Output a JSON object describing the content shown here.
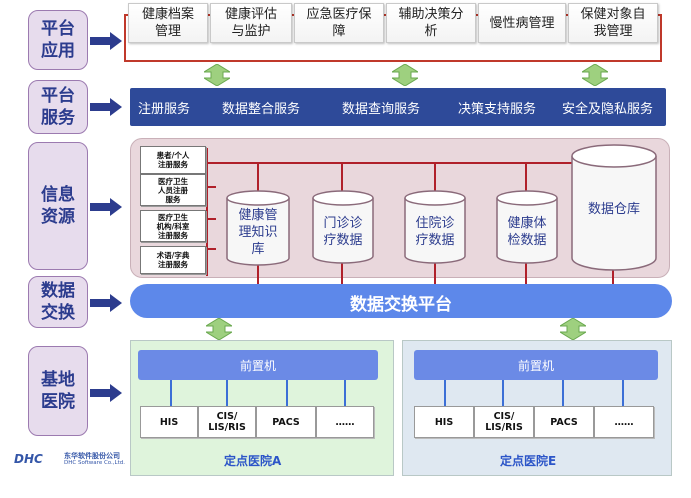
{
  "layers": [
    {
      "id": "platform-app",
      "label": "平台\n应用"
    },
    {
      "id": "platform-service",
      "label": "平台\n服务"
    },
    {
      "id": "info-resource",
      "label": "信息\n资源"
    },
    {
      "id": "data-exchange",
      "label": "数据\n交换"
    },
    {
      "id": "base-hospital",
      "label": "基地\n医院"
    }
  ],
  "applications": [
    "健康档案\n管理",
    "健康评估\n与监护",
    "应急医疗保\n障",
    "辅助决策分\n析",
    "慢性病管理",
    "保健对象自\n我管理"
  ],
  "services": [
    "注册服务",
    "数据整合服务",
    "数据查询服务",
    "决策支持服务",
    "安全及隐私服务"
  ],
  "registries": [
    "患者/个人\n注册服务",
    "医疗卫生\n人员注册\n服务",
    "医疗卫生\n机构/科室\n注册服务",
    "术语/字典\n注册服务"
  ],
  "databases": [
    "健康管\n理知识\n库",
    "门诊诊\n疗数据",
    "住院诊\n疗数据",
    "健康体\n检数据",
    "数据仓库"
  ],
  "exchange": "数据交换平台",
  "hospitals": [
    {
      "name": "定点医院A",
      "front": "前置机",
      "systems": [
        "HIS",
        "CIS/\nLIS/RIS",
        "PACS",
        "……"
      ]
    },
    {
      "name": "定点医院E",
      "front": "前置机",
      "systems": [
        "HIS",
        "CIS/\nLIS/RIS",
        "PACS",
        "……"
      ]
    }
  ],
  "logo": {
    "mark": "DHC",
    "cn": "东华软件股份公司",
    "en": "DHC Software Co.,Ltd."
  },
  "colors": {
    "service_bar": "#2e4a99",
    "exchange_bar": "#5d88ea",
    "panel_pink": "#e9d7dc",
    "hospital_green": "#dff4dc",
    "hospital_blue": "#dfe8f1",
    "connector_red": "#b0202a",
    "arrow_green": "#9ed07f"
  }
}
